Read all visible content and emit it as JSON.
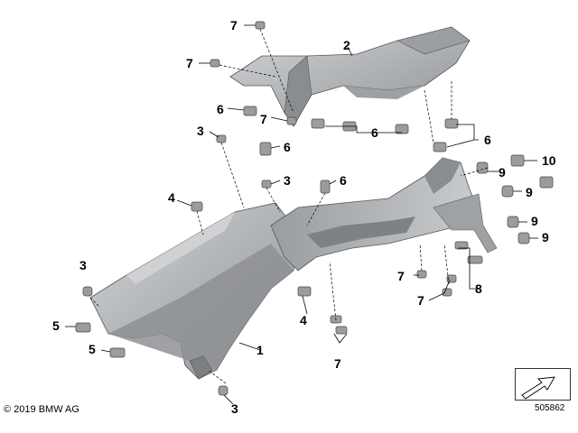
{
  "copyright": "© 2019 BMW AG",
  "reference_number": "505862",
  "callouts": [
    "1",
    "2",
    "3",
    "4",
    "5",
    "6",
    "7",
    "8",
    "9",
    "10"
  ],
  "colors": {
    "part_fill": "#b8babd",
    "part_dark": "#7e8184",
    "part_light": "#d9dadc",
    "line": "#000000"
  },
  "icons": [
    "arrow-reference-icon"
  ]
}
